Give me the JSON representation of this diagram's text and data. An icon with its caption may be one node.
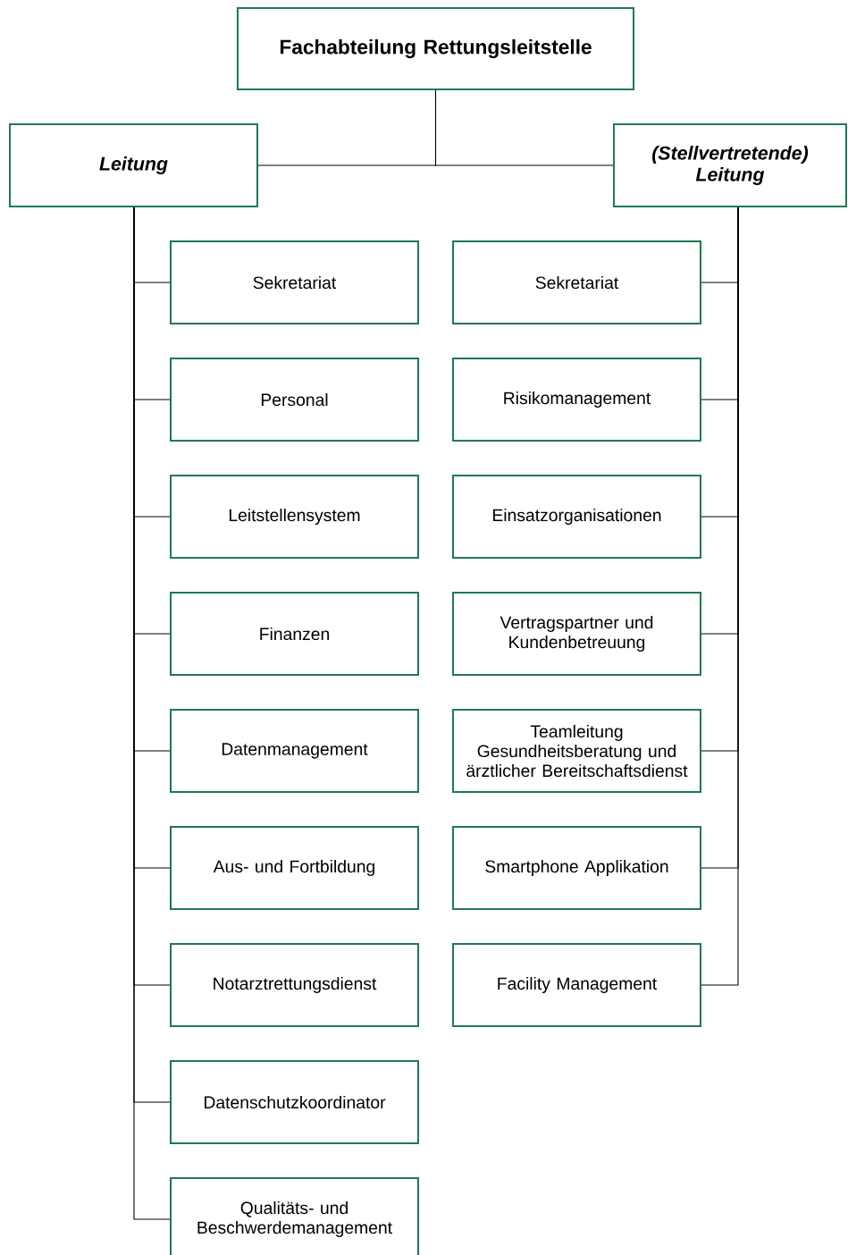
{
  "diagram": {
    "nodes": [
      {
        "text": [
          "Fachabteilung Rettungsleitstelle"
        ]
      },
      {
        "text": [
          "Leitung"
        ]
      },
      {
        "text": [
          "(Stellvertretende) Leitung"
        ]
      },
      {
        "text": [
          "Sekretariat"
        ]
      },
      {
        "text": [
          "Personal"
        ]
      },
      {
        "text": [
          "Leitstellensystem"
        ]
      },
      {
        "text": [
          "Finanzen"
        ]
      },
      {
        "text": [
          "Datenmanagement"
        ]
      },
      {
        "text": [
          "Aus- und Fortbildung"
        ]
      },
      {
        "text": [
          "Notarztrettungsdienst"
        ]
      },
      {
        "text": [
          "Datenschutzkoordinator"
        ]
      },
      {
        "text": [
          "Qualitäts- und Beschwerdemanagement"
        ]
      },
      {
        "text": [
          "Sekretariat"
        ]
      },
      {
        "text": [
          "Risikomanagement"
        ]
      },
      {
        "text": [
          "Einsatzorganisationen"
        ]
      },
      {
        "text": [
          "Vertragspartner und Kundenbetreuung"
        ]
      },
      {
        "text": [
          "Teamleitung Gesundheitsberatung und ärztlicher Bereitschaftsdienst"
        ]
      },
      {
        "text": [
          "Smartphone Applikation"
        ]
      },
      {
        "text": [
          "Facility Management"
        ]
      }
    ],
    "edges": [
      {
        "from": 0,
        "to": 1,
        "arrow": "none"
      },
      {
        "from": 0,
        "to": 2,
        "arrow": "none"
      },
      {
        "from": 1,
        "to": 3,
        "arrow": "none"
      },
      {
        "from": 1,
        "to": 4,
        "arrow": "none"
      },
      {
        "from": 1,
        "to": 5,
        "arrow": "none"
      },
      {
        "from": 1,
        "to": 6,
        "arrow": "none"
      },
      {
        "from": 1,
        "to": 7,
        "arrow": "none"
      },
      {
        "from": 1,
        "to": 8,
        "arrow": "none"
      },
      {
        "from": 1,
        "to": 9,
        "arrow": "none"
      },
      {
        "from": 1,
        "to": 10,
        "arrow": "none"
      },
      {
        "from": 1,
        "to": 11,
        "arrow": "none"
      },
      {
        "from": 2,
        "to": 12,
        "arrow": "none"
      },
      {
        "from": 2,
        "to": 13,
        "arrow": "none"
      },
      {
        "from": 2,
        "to": 14,
        "arrow": "none"
      },
      {
        "from": 2,
        "to": 15,
        "arrow": "none"
      },
      {
        "from": 2,
        "to": 16,
        "arrow": "none"
      },
      {
        "from": 2,
        "to": 17,
        "arrow": "none"
      },
      {
        "from": 2,
        "to": 18,
        "arrow": "none"
      }
    ]
  }
}
